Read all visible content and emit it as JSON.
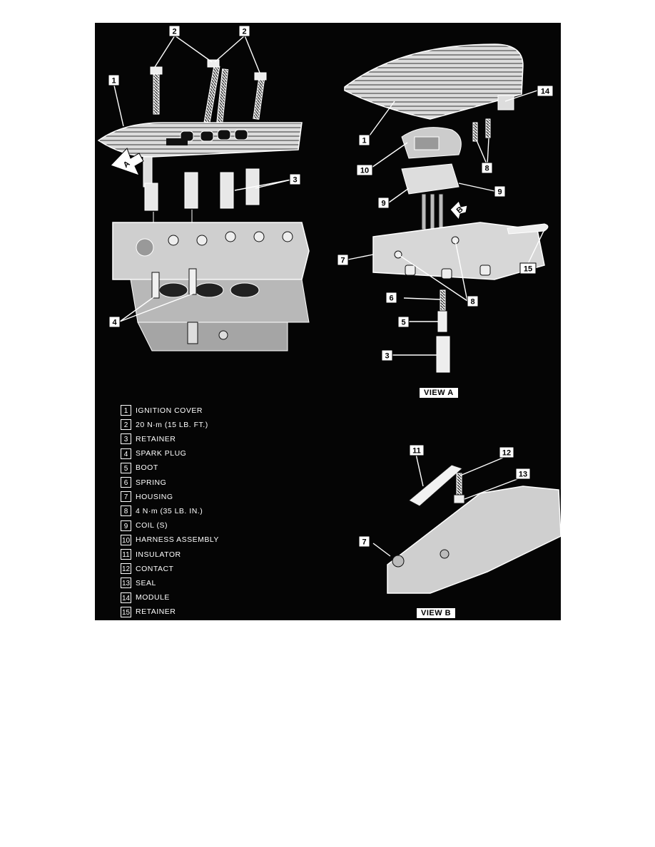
{
  "figure": {
    "legend": [
      {
        "num": "1",
        "text": "IGNITION COVER"
      },
      {
        "num": "2",
        "text": "20 N·m (15 LB. FT.)"
      },
      {
        "num": "3",
        "text": "RETAINER"
      },
      {
        "num": "4",
        "text": "SPARK PLUG"
      },
      {
        "num": "5",
        "text": "BOOT"
      },
      {
        "num": "6",
        "text": "SPRING"
      },
      {
        "num": "7",
        "text": "HOUSING"
      },
      {
        "num": "8",
        "text": "4 N·m (35 LB. IN.)"
      },
      {
        "num": "9",
        "text": "COIL (S)"
      },
      {
        "num": "10",
        "text": "HARNESS ASSEMBLY"
      },
      {
        "num": "11",
        "text": "INSULATOR"
      },
      {
        "num": "12",
        "text": "CONTACT"
      },
      {
        "num": "13",
        "text": "SEAL"
      },
      {
        "num": "14",
        "text": "MODULE"
      },
      {
        "num": "15",
        "text": "RETAINER"
      }
    ],
    "views": {
      "view_a": "VIEW A",
      "view_b": "VIEW B"
    },
    "arrows": {
      "a": "A",
      "b": "B"
    },
    "callouts": {
      "c2a": "2",
      "c2b": "2",
      "c1a": "1",
      "c3a": "3",
      "c4a": "4",
      "c14": "14",
      "c1b": "1",
      "c10": "10",
      "c8a": "8",
      "c9a": "9",
      "c9b": "9",
      "c7a": "7",
      "c15": "15",
      "c6": "6",
      "c8b": "8",
      "c5": "5",
      "c3b": "3",
      "c11": "11",
      "c12": "12",
      "c13": "13",
      "c7b": "7"
    }
  }
}
